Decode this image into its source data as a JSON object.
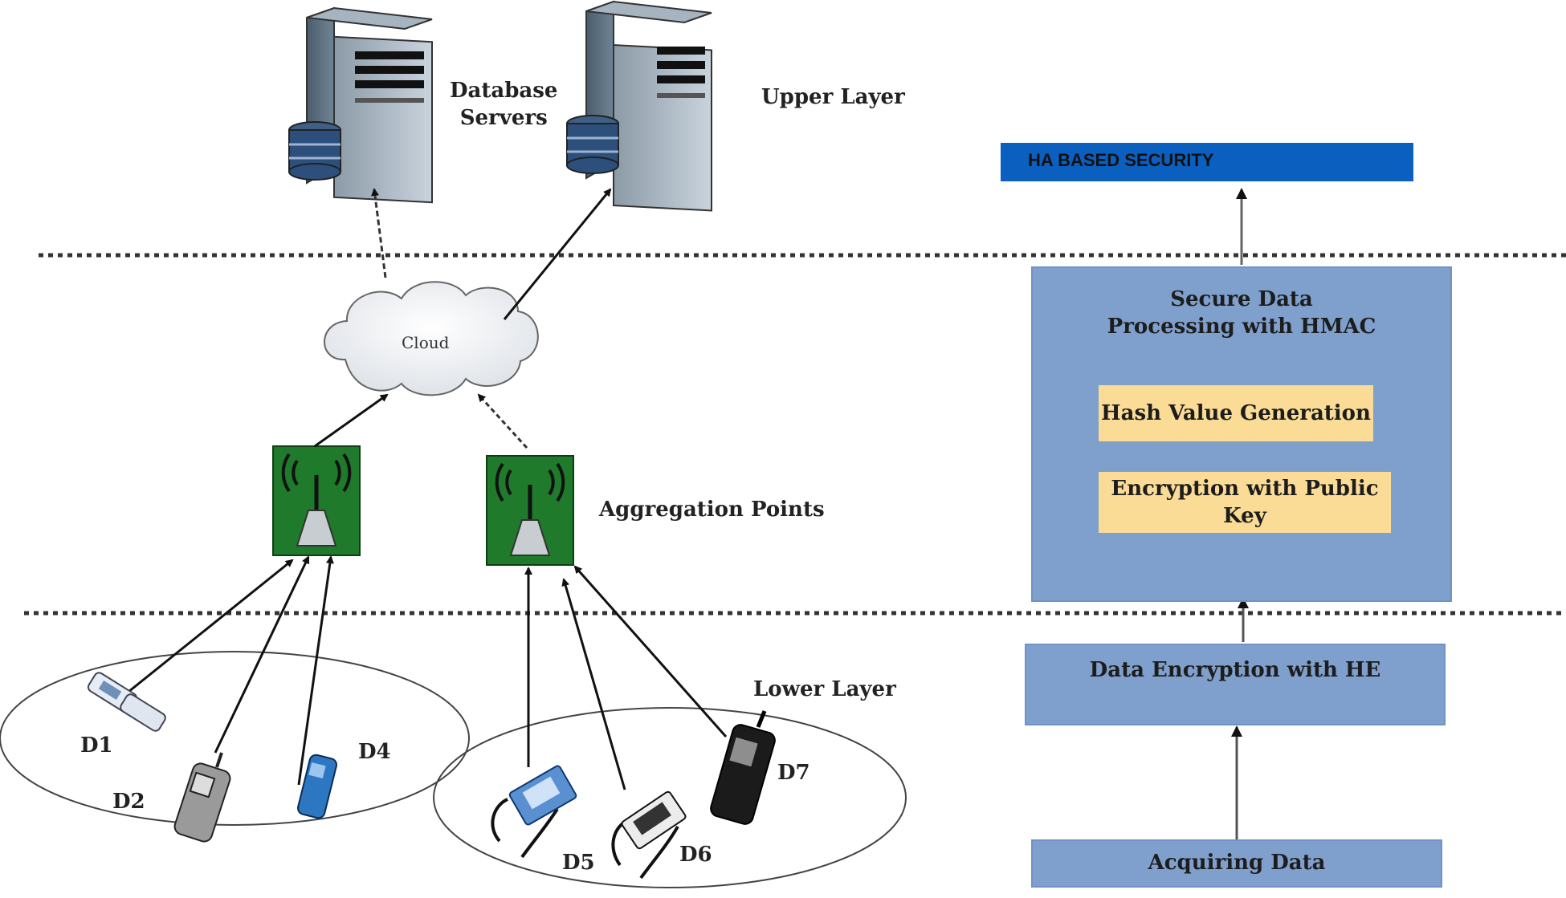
{
  "network": {
    "database_servers_label": "Database\nServers",
    "upper_layer_label": "Upper Layer",
    "cloud_label": "Cloud",
    "aggregation_points_label": "Aggregation Points",
    "lower_layer_label": "Lower Layer",
    "devices": {
      "d1": "D1",
      "d2": "D2",
      "d4": "D4",
      "d5": "D5",
      "d6": "D6",
      "d7": "D7"
    }
  },
  "flow": {
    "ha_security": "HA BASED SECURITY",
    "secure_processing": "Secure Data\nProcessing with HMAC",
    "hash_generation": "Hash Value Generation",
    "encryption_public_key": "Encryption with Public\nKey",
    "data_encryption_he": "Data Encryption with HE",
    "acquiring_data": "Acquiring Data"
  },
  "colors": {
    "ha_bar": "#0b5fbf",
    "process_blue": "#7fa0cc",
    "step_yellow": "#fbdc97",
    "tower_green": "#1f7a2c"
  }
}
